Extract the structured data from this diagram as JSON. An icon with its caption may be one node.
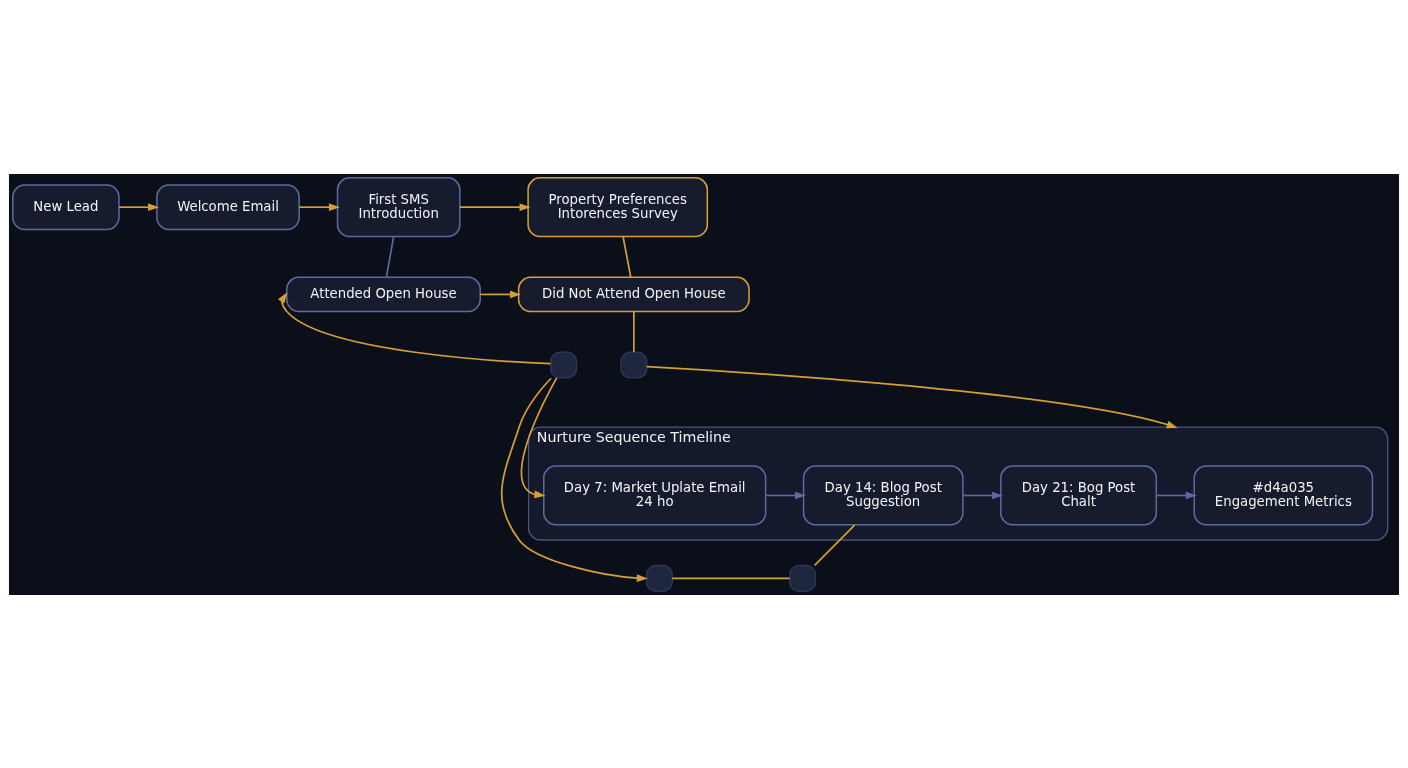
{
  "diagram": {
    "nodes": [
      {
        "text": [
          "New Lead"
        ]
      },
      {
        "text": [
          "Welcome Email"
        ]
      },
      {
        "text": [
          "First SMS Introduction"
        ]
      },
      {
        "text": [
          "Property Preferences Intorences Survey"
        ]
      },
      {
        "text": [
          "Attended Open House"
        ]
      },
      {
        "text": [
          "Did Not Attend Open House"
        ]
      },
      {
        "text": [],
        "shape": "box"
      },
      {
        "text": [],
        "shape": "box"
      },
      {
        "text": [
          "Nurture Sequence Timeline"
        ]
      },
      {
        "text": [
          "Day 7: Market Uplate Email 24 ho"
        ],
        "in": 8
      },
      {
        "text": [
          "Day 14: Blog Post Suggestion"
        ],
        "in": 8
      },
      {
        "text": [
          "Day 21: Bog Post Chalt"
        ],
        "in": 8
      },
      {
        "text": [
          "#d4a035",
          "Engagement Metrics"
        ],
        "in": 8
      },
      {
        "text": [],
        "shape": "box"
      },
      {
        "text": [],
        "shape": "box"
      }
    ],
    "edges": [
      {
        "from": 0,
        "to": 1,
        "arrow": "to"
      },
      {
        "from": 1,
        "to": 2,
        "arrow": "to"
      },
      {
        "from": 2,
        "to": 3,
        "arrow": "to"
      },
      {
        "from": 2,
        "to": 4,
        "arrow": "none",
        "color": "#5b6a9c"
      },
      {
        "from": 3,
        "to": 5,
        "arrow": "none"
      },
      {
        "from": 4,
        "to": 5,
        "arrow": "to"
      },
      {
        "from": 5,
        "to": 7,
        "arrow": "none"
      },
      {
        "from": 7,
        "to": 8,
        "arrow": "to"
      },
      {
        "from": 6,
        "to": 4,
        "arrow": "to"
      },
      {
        "from": 6,
        "to": 9,
        "arrow": "to"
      },
      {
        "from": 6,
        "to": 13,
        "arrow": "to"
      },
      {
        "from": 9,
        "to": 10,
        "arrow": "to",
        "color": "#5b6a9c"
      },
      {
        "from": 10,
        "to": 11,
        "arrow": "to",
        "color": "#5b6a9c"
      },
      {
        "from": 11,
        "to": 12,
        "arrow": "to",
        "color": "#5b6a9c"
      },
      {
        "from": 10,
        "to": 14,
        "arrow": "none"
      },
      {
        "from": 13,
        "to": 14,
        "arrow": "none"
      }
    ]
  }
}
